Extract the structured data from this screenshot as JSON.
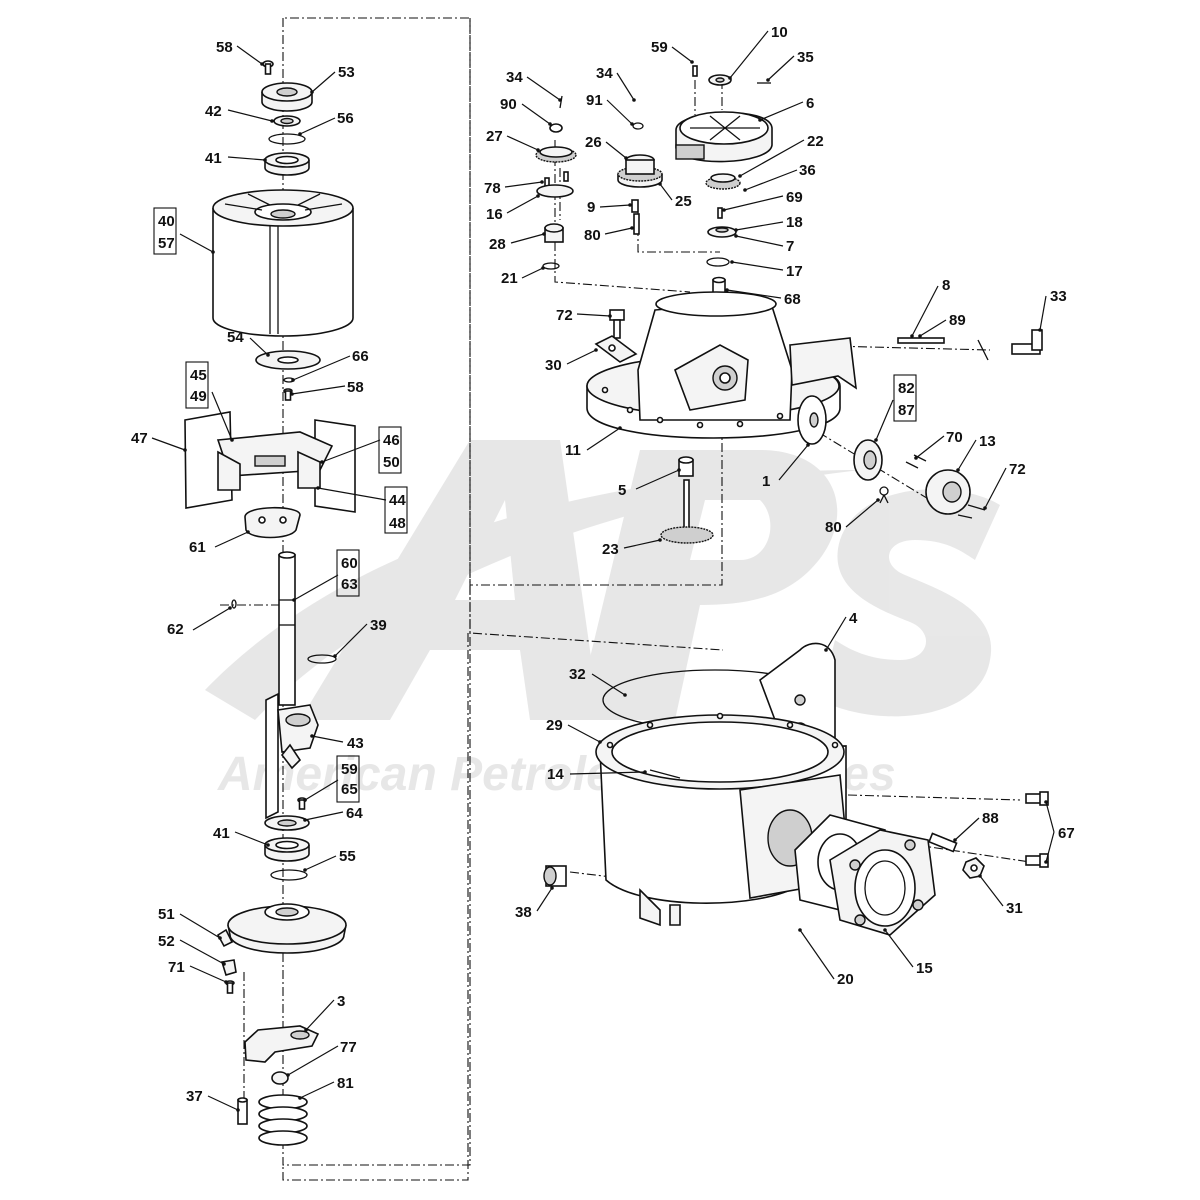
{
  "watermark": {
    "logo_letters": "APS",
    "company_name": "American Petroleum Services"
  },
  "callouts": [
    {
      "id": "c58a",
      "label": "58"
    },
    {
      "id": "c53",
      "label": "53"
    },
    {
      "id": "c42",
      "label": "42"
    },
    {
      "id": "c56",
      "label": "56"
    },
    {
      "id": "c41a",
      "label": "41"
    },
    {
      "id": "c40",
      "label": "40"
    },
    {
      "id": "c57",
      "label": "57"
    },
    {
      "id": "c54",
      "label": "54"
    },
    {
      "id": "c66",
      "label": "66"
    },
    {
      "id": "c58b",
      "label": "58"
    },
    {
      "id": "c45",
      "label": "45"
    },
    {
      "id": "c49",
      "label": "49"
    },
    {
      "id": "c47",
      "label": "47"
    },
    {
      "id": "c46",
      "label": "46"
    },
    {
      "id": "c50",
      "label": "50"
    },
    {
      "id": "c44",
      "label": "44"
    },
    {
      "id": "c48",
      "label": "48"
    },
    {
      "id": "c61",
      "label": "61"
    },
    {
      "id": "c60",
      "label": "60"
    },
    {
      "id": "c63",
      "label": "63"
    },
    {
      "id": "c62",
      "label": "62"
    },
    {
      "id": "c39",
      "label": "39"
    },
    {
      "id": "c43",
      "label": "43"
    },
    {
      "id": "c59b",
      "label": "59"
    },
    {
      "id": "c65",
      "label": "65"
    },
    {
      "id": "c64",
      "label": "64"
    },
    {
      "id": "c41b",
      "label": "41"
    },
    {
      "id": "c55",
      "label": "55"
    },
    {
      "id": "c51",
      "label": "51"
    },
    {
      "id": "c52",
      "label": "52"
    },
    {
      "id": "c71",
      "label": "71"
    },
    {
      "id": "c3",
      "label": "3"
    },
    {
      "id": "c77",
      "label": "77"
    },
    {
      "id": "c37",
      "label": "37"
    },
    {
      "id": "c81",
      "label": "81"
    },
    {
      "id": "c34a",
      "label": "34"
    },
    {
      "id": "c90",
      "label": "90"
    },
    {
      "id": "c27",
      "label": "27"
    },
    {
      "id": "c78",
      "label": "78"
    },
    {
      "id": "c16",
      "label": "16"
    },
    {
      "id": "c28",
      "label": "28"
    },
    {
      "id": "c21",
      "label": "21"
    },
    {
      "id": "c34b",
      "label": "34"
    },
    {
      "id": "c91",
      "label": "91"
    },
    {
      "id": "c26",
      "label": "26"
    },
    {
      "id": "c9",
      "label": "9"
    },
    {
      "id": "c25",
      "label": "25"
    },
    {
      "id": "c80a",
      "label": "80"
    },
    {
      "id": "c59a",
      "label": "59"
    },
    {
      "id": "c10",
      "label": "10"
    },
    {
      "id": "c35",
      "label": "35"
    },
    {
      "id": "c6",
      "label": "6"
    },
    {
      "id": "c22",
      "label": "22"
    },
    {
      "id": "c36",
      "label": "36"
    },
    {
      "id": "c69",
      "label": "69"
    },
    {
      "id": "c18",
      "label": "18"
    },
    {
      "id": "c7",
      "label": "7"
    },
    {
      "id": "c17",
      "label": "17"
    },
    {
      "id": "c68",
      "label": "68"
    },
    {
      "id": "c72a",
      "label": "72"
    },
    {
      "id": "c30",
      "label": "30"
    },
    {
      "id": "c11",
      "label": "11"
    },
    {
      "id": "c5",
      "label": "5"
    },
    {
      "id": "c23",
      "label": "23"
    },
    {
      "id": "c1",
      "label": "1"
    },
    {
      "id": "c8",
      "label": "8"
    },
    {
      "id": "c89",
      "label": "89"
    },
    {
      "id": "c33",
      "label": "33"
    },
    {
      "id": "c82",
      "label": "82"
    },
    {
      "id": "c87",
      "label": "87"
    },
    {
      "id": "c70",
      "label": "70"
    },
    {
      "id": "c13",
      "label": "13"
    },
    {
      "id": "c72b",
      "label": "72"
    },
    {
      "id": "c80b",
      "label": "80"
    },
    {
      "id": "c4",
      "label": "4"
    },
    {
      "id": "c32",
      "label": "32"
    },
    {
      "id": "c29",
      "label": "29"
    },
    {
      "id": "c14",
      "label": "14"
    },
    {
      "id": "c38",
      "label": "38"
    },
    {
      "id": "c67",
      "label": "67"
    },
    {
      "id": "c88",
      "label": "88"
    },
    {
      "id": "c31",
      "label": "31"
    },
    {
      "id": "c20",
      "label": "20"
    },
    {
      "id": "c15",
      "label": "15"
    }
  ]
}
